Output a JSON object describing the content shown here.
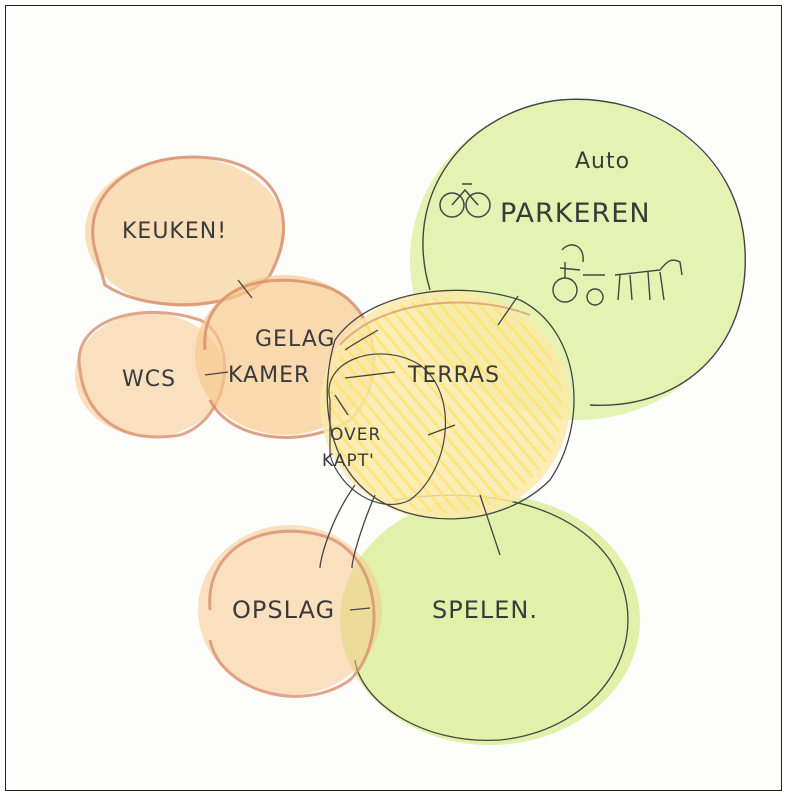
{
  "labels": {
    "auto": "Auto",
    "parkeren": "PARKEREN",
    "keuken": "KEUKEN!",
    "gelag": "GELAG",
    "kamer": "KAMER",
    "wcs": "WCS",
    "terras": "TERRAS",
    "over": "OVER",
    "kapt": "KAPT'",
    "opslag": "OPSLAG",
    "spelen": "SPELEN."
  },
  "colors": {
    "green": "#dcef9a",
    "orange": "#f7c98c",
    "yellow": "#fbe46a",
    "pink_outline": "#d89070",
    "ink": "#3a3a3a"
  },
  "icons": [
    "bicycle-icon",
    "bicycle-trailer-icon",
    "horse-icon"
  ]
}
